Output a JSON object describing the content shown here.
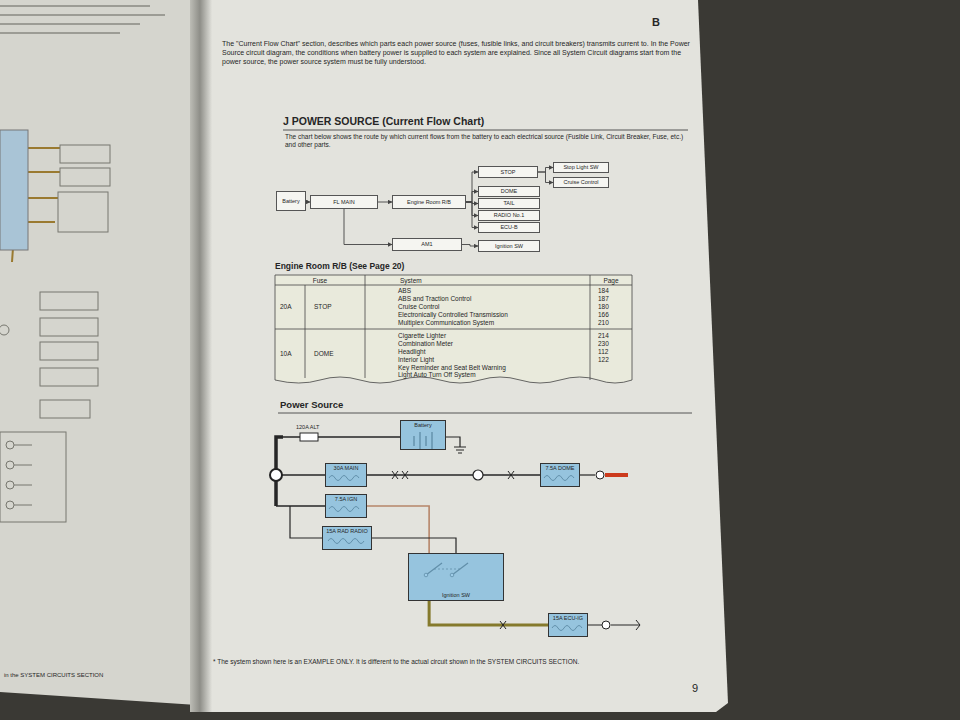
{
  "diagram": {
    "nodes": [
      {
        "text": [
          "Battery"
        ]
      },
      {
        "text": [
          "FL MAIN"
        ]
      },
      {
        "text": [
          "Engine Room R/B"
        ]
      },
      {
        "text": [
          "STOP"
        ]
      },
      {
        "text": [
          "DOME"
        ]
      },
      {
        "text": [
          "TAIL"
        ]
      },
      {
        "text": [
          "RADIO No.1"
        ]
      },
      {
        "text": [
          "ECU-B"
        ]
      },
      {
        "text": [
          "Stop Light SW"
        ]
      },
      {
        "text": [
          "Cruise Control"
        ]
      },
      {
        "text": [
          "AM1"
        ]
      },
      {
        "text": [
          "Ignition SW"
        ]
      },
      {
        "text": [
          "Battery"
        ]
      },
      {
        "text": [
          "30A MAIN"
        ]
      },
      {
        "text": [
          "7.5A DOME"
        ]
      },
      {
        "text": [
          "7.5A IGN"
        ]
      },
      {
        "text": [
          "15A RAD RADIO"
        ]
      },
      {
        "text": [
          "Ignition SW"
        ]
      },
      {
        "text": [
          "15A ECU-IG"
        ]
      }
    ],
    "edges": [
      {
        "from": 0,
        "to": 1,
        "arrow": "to"
      },
      {
        "from": 1,
        "to": 2,
        "arrow": "to"
      },
      {
        "from": 2,
        "to": 3,
        "arrow": "to"
      },
      {
        "from": 2,
        "to": 4,
        "arrow": "to"
      },
      {
        "from": 2,
        "to": 5,
        "arrow": "to"
      },
      {
        "from": 2,
        "to": 6,
        "arrow": "to"
      },
      {
        "from": 2,
        "to": 7,
        "arrow": "to"
      },
      {
        "from": 3,
        "to": 8,
        "arrow": "to"
      },
      {
        "from": 3,
        "to": 9,
        "arrow": "to"
      },
      {
        "from": 1,
        "to": 10,
        "arrow": "to"
      },
      {
        "from": 10,
        "to": 11,
        "arrow": "to"
      },
      {
        "from": 13,
        "to": 14,
        "arrow": "none"
      },
      {
        "from": 15,
        "to": 17,
        "arrow": "none"
      },
      {
        "from": 16,
        "to": 17,
        "arrow": "none"
      },
      {
        "from": 17,
        "to": 18,
        "arrow": "none"
      }
    ],
    "labels": [
      "B",
      "The \"Current Flow Chart\" section, describes which parts each power source (fuses, fusible links, and circuit breakers) transmits current to. In the Power Source circuit diagram, the conditions when battery power is supplied to each system are explained. Since all System Circuit diagrams start from the power source, the power source system must be fully understood.",
      "J POWER SOURCE (Current Flow Chart)",
      "The chart below shows the route by which current flows from the battery to each electrical source (Fusible Link, Circuit Breaker, Fuse, etc.) and other parts.",
      "Engine Room R/B (See Page 20)",
      "Fuse",
      "System",
      "Page",
      "20A",
      "STOP",
      "ABS",
      "ABS and Traction Control",
      "Cruise Control",
      "Electronically Controlled Transmission",
      "Multiplex Communication System",
      "184",
      "187",
      "180",
      "166",
      "210",
      "10A",
      "DOME",
      "Cigarette Lighter",
      "Combination Meter",
      "Headlight",
      "Interior Light",
      "Key Reminder and Seat Belt Warning",
      "Light Auto Turn Off System",
      "214",
      "230",
      "112",
      "122",
      "Power Source",
      "120A ALT",
      "* The system shown here is an EXAMPLE ONLY. It is different to the actual circuit shown in the SYSTEM CIRCUITS SECTION.",
      "9",
      "in the SYSTEM CIRCUITS SECTION"
    ]
  }
}
